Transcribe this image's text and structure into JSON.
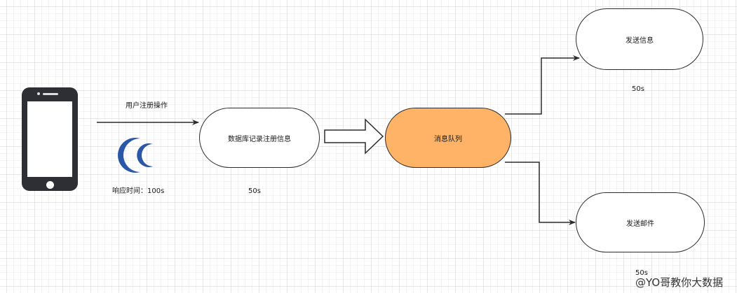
{
  "labels": {
    "user_action": "用户注册操作",
    "response_time": "响应时间：100s",
    "db_time": "50s",
    "send_info_time": "50s",
    "send_mail_time": "50s"
  },
  "nodes": {
    "db_record": "数据库记录注册信息",
    "message_queue": "消息队列",
    "send_info": "发送信息",
    "send_mail": "发送邮件"
  },
  "icons": {
    "phone": "smartphone-icon",
    "signal": "signal-waves-icon"
  },
  "colors": {
    "queue_fill": "#ffb366",
    "signal_blue": "#2b57a8",
    "stroke": "#2b2b2b"
  },
  "watermark": "@YO哥教你大数据"
}
